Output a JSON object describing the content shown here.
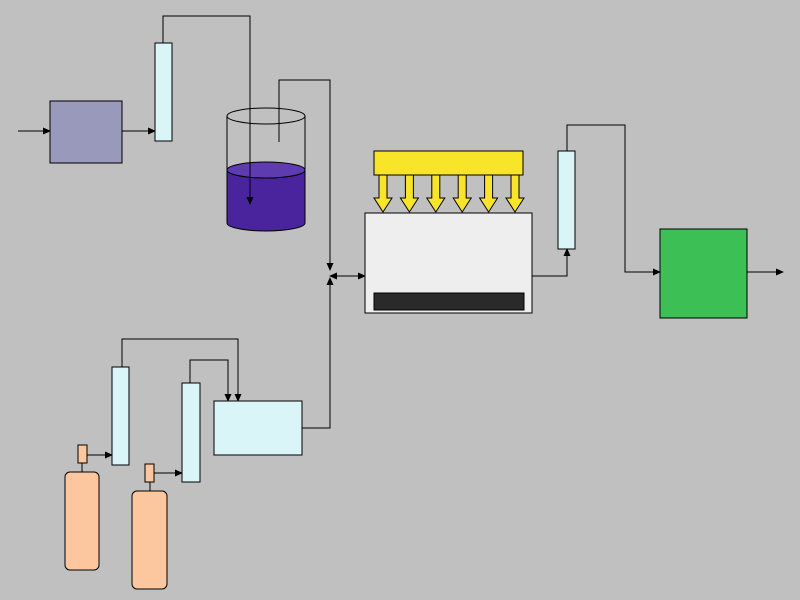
{
  "diagram": {
    "background": "#c0c0c0",
    "stroke": "#000000",
    "colors": {
      "source_box": "#9999bb",
      "column": "#d9f5f7",
      "beaker_glass": "#ffffff",
      "beaker_liquid": "#4a249c",
      "beaker_liquid_top": "#5f3bb0",
      "lamp": "#f8e428",
      "reactor": "#eeeeee",
      "reactor_plate": "#2a2a2a",
      "detector": "#3cbf55",
      "mixer": "#d9f5f7",
      "cylinder": "#fcc79e"
    },
    "components": [
      "source-box",
      "purifier-column-1",
      "saturator-beaker",
      "mixing-junction",
      "light-source",
      "photoreactor",
      "outlet-column",
      "detector",
      "gas-cylinder-1",
      "gas-cylinder-2",
      "column-3",
      "column-4",
      "mixing-chamber"
    ]
  }
}
